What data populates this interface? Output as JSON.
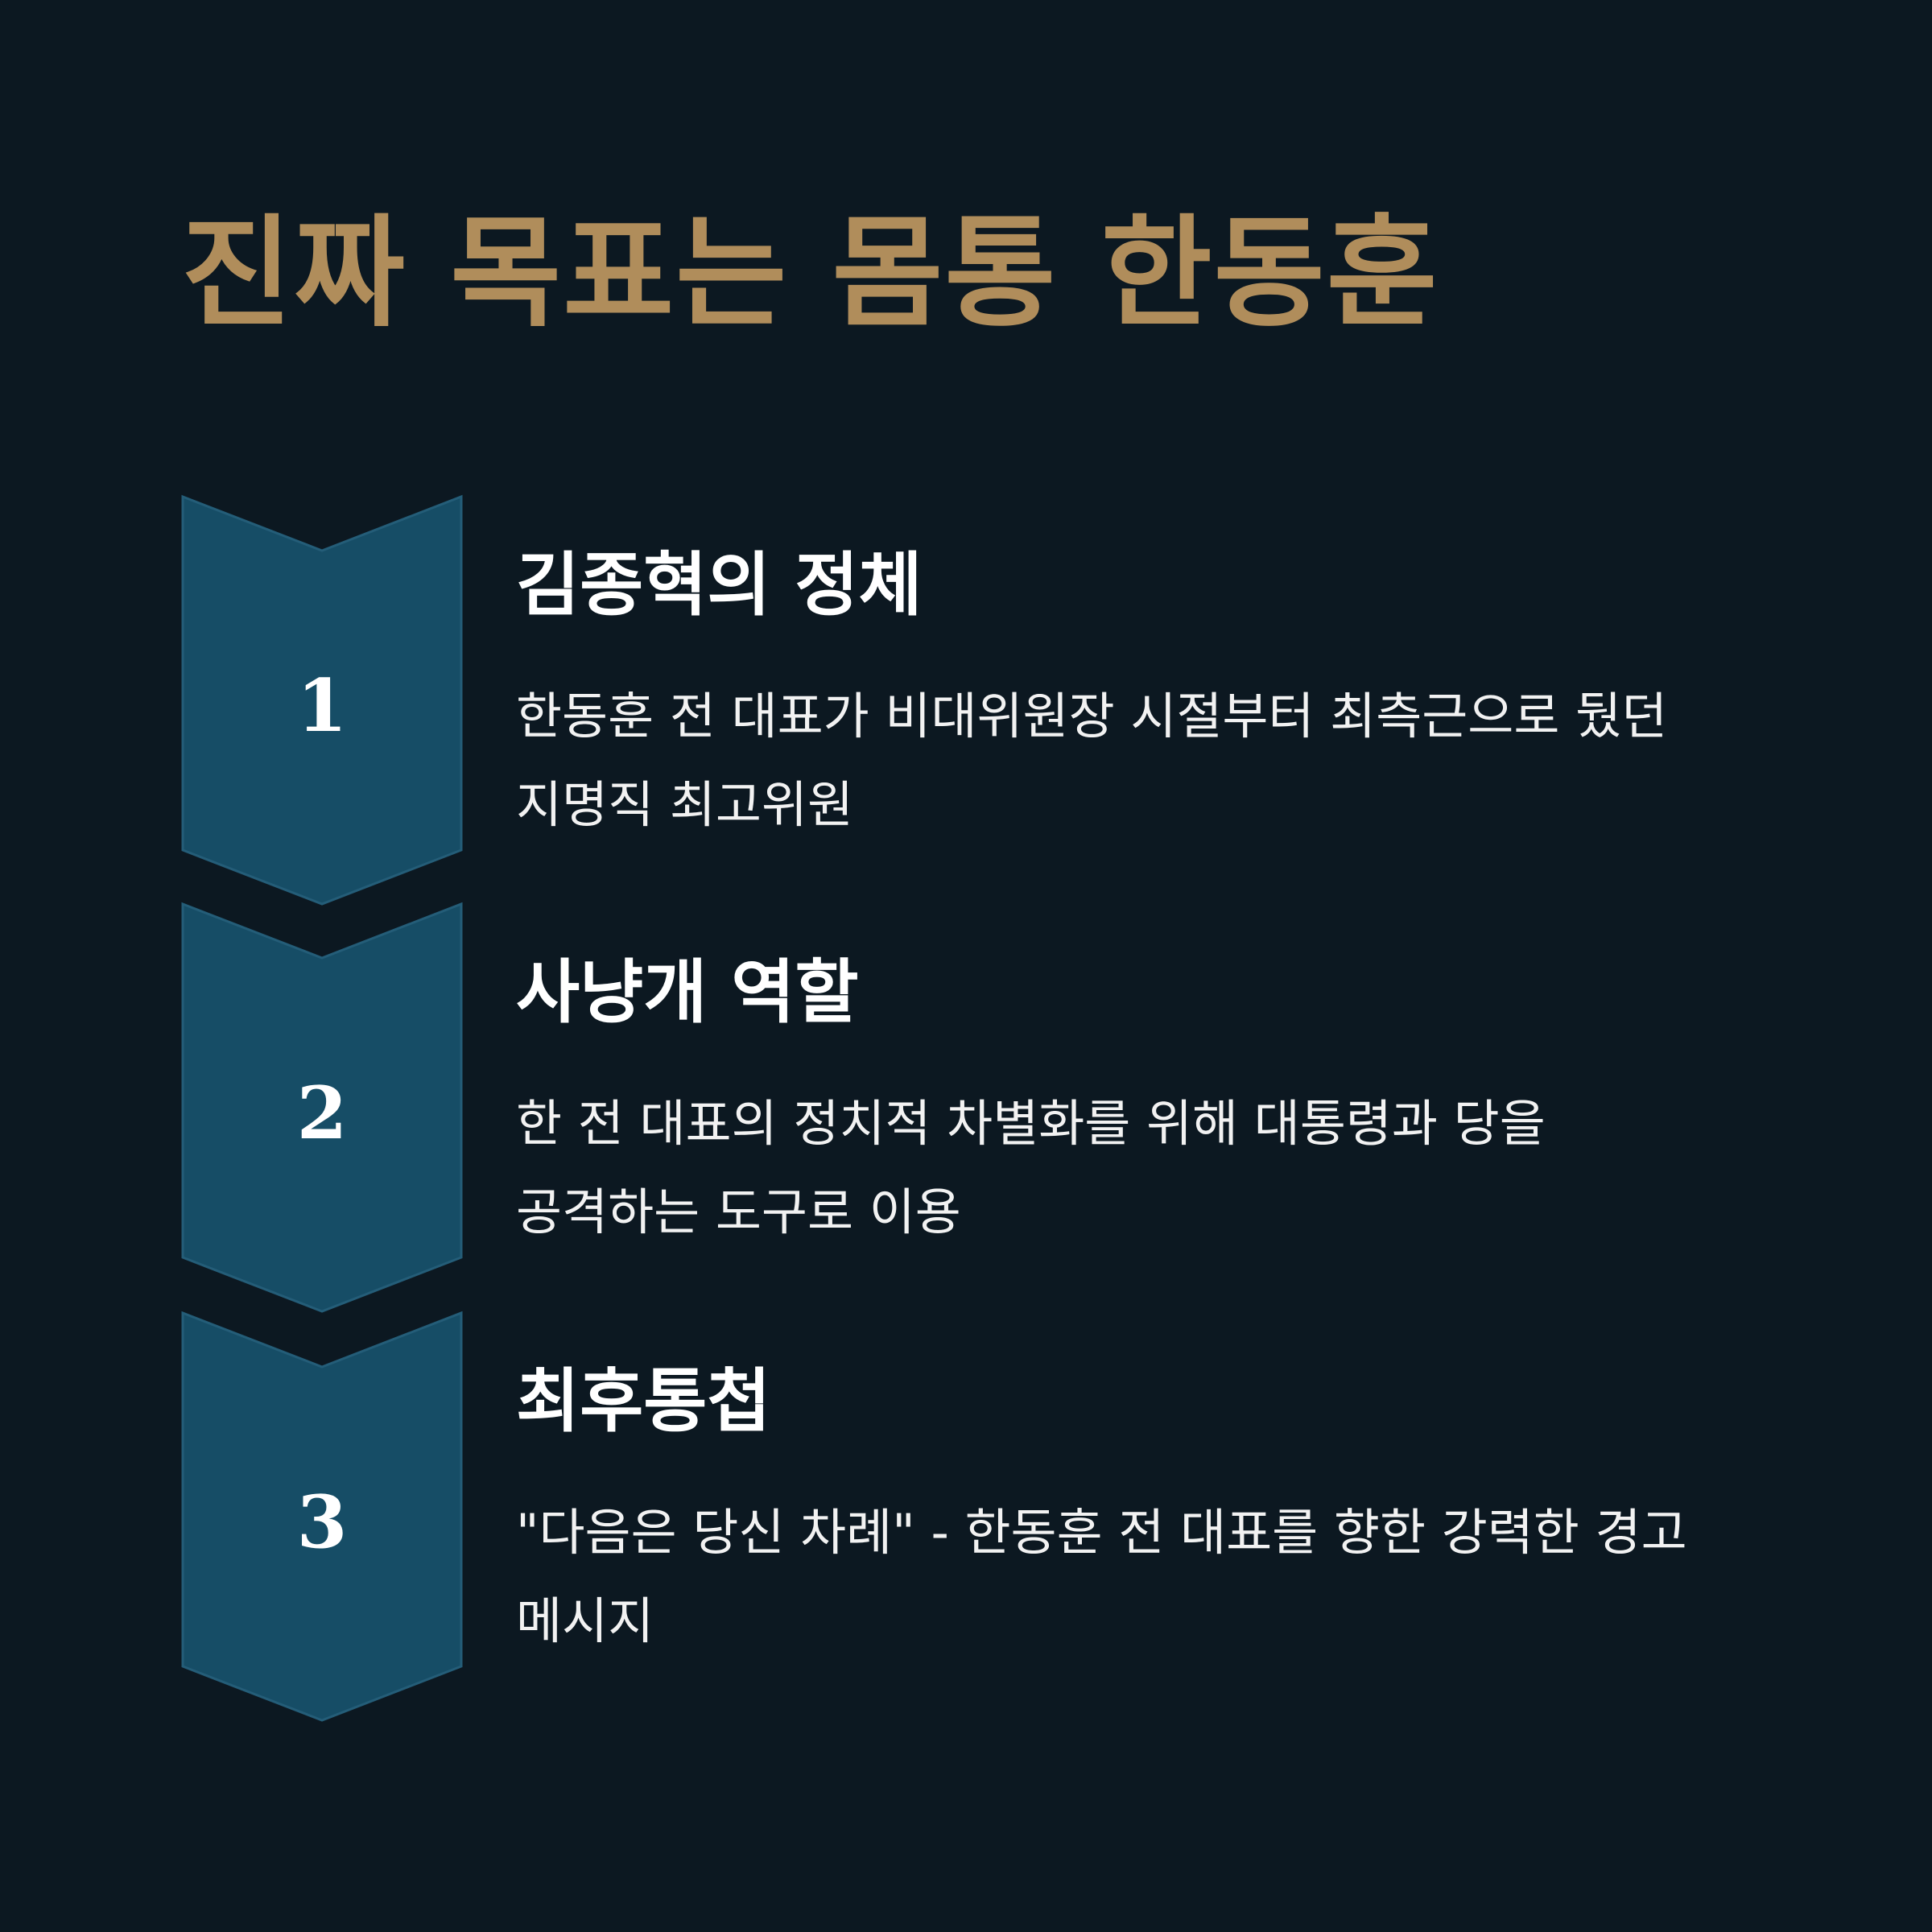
{
  "title": "진짜 목표는 몸통 한동훈",
  "colors": {
    "background": "#0c1821",
    "title": "#b08d5b",
    "chevron_fill": "#164d66",
    "chevron_stroke": "#245d78",
    "text": "#ffffff"
  },
  "steps": [
    {
      "number": "1",
      "heading": "김종혁의 정체",
      "description": "한동훈 전 대표가 비대위원장 시절부터 최측근으로 뒀던 지명직 최고위원"
    },
    {
      "number": "2",
      "heading": "사냥개 역할",
      "description": "한 전 대표의 정치적 차별화를 위해 대통령과 당을 공격하는 도구로 이용"
    },
    {
      "number": "3",
      "heading": "최후통첩",
      "description": "\"다음은 당신 차례\" - 한동훈 전 대표를 향한 강력한 경고 메시지"
    }
  ]
}
